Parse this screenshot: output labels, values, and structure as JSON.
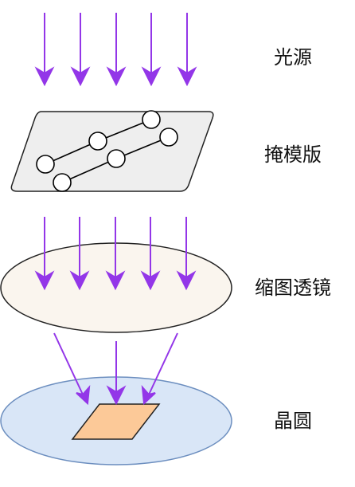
{
  "labels": {
    "light_source": "光源",
    "mask": "掩模版",
    "lens": "缩图透镜",
    "wafer": "晶圆"
  },
  "colors": {
    "arrow": "#9336e8",
    "mask_fill": "#eeeeee",
    "lens_fill": "#faf5ee",
    "wafer_fill": "#d9e6f7",
    "wafer_stroke": "#6c8ebf",
    "die_fill": "#fcc998",
    "outline": "#222222"
  },
  "icons": {
    "arrow": "arrow-down-icon",
    "pattern_node": "circle-node-icon"
  }
}
